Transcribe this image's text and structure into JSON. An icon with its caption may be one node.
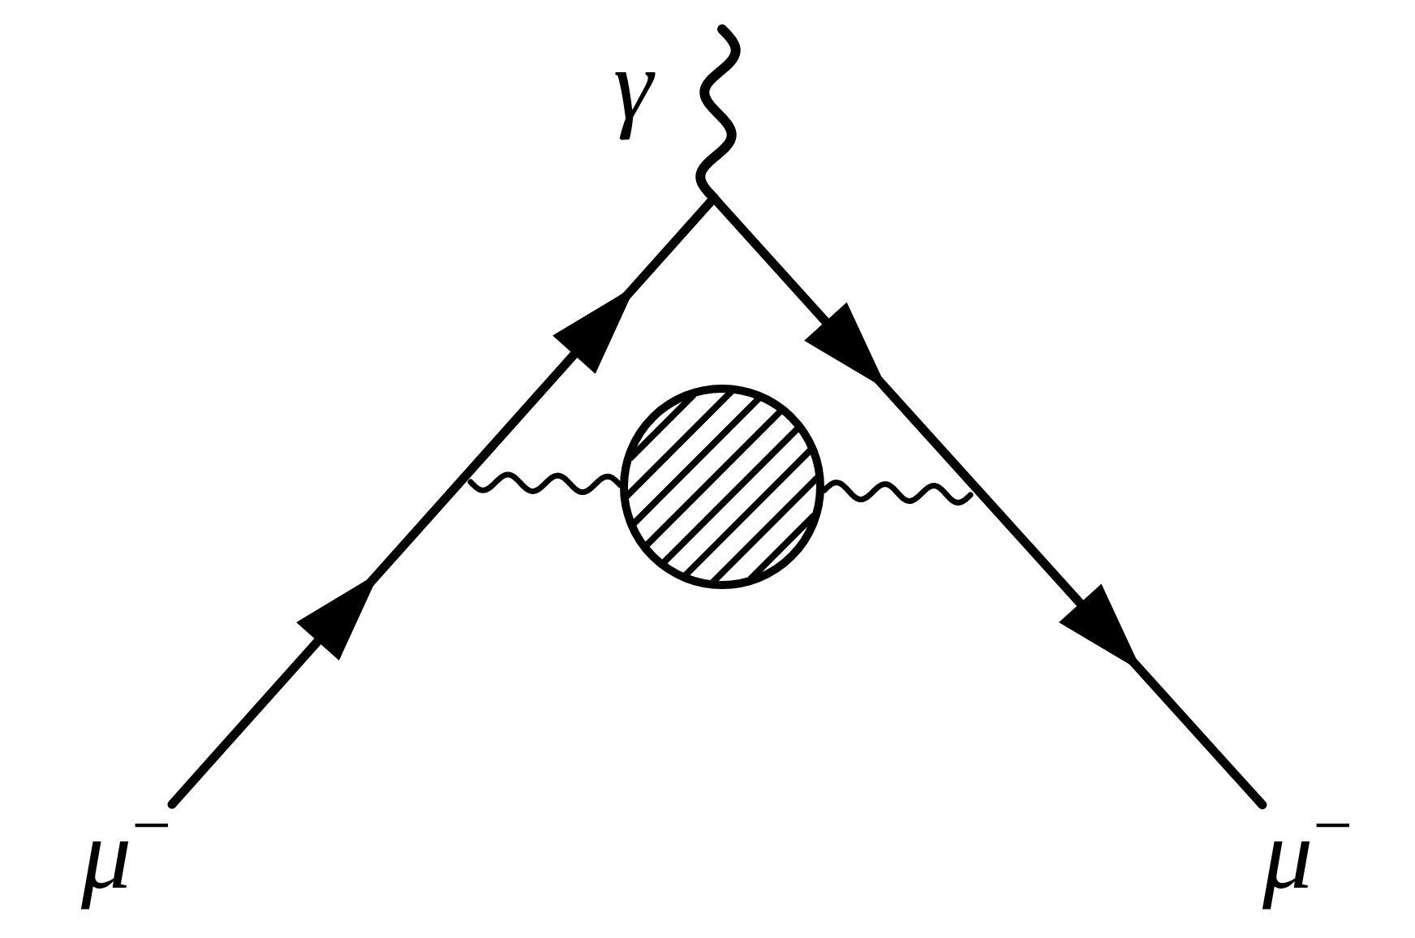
{
  "diagram": {
    "nodes": [
      {
        "text": [
          "γ"
        ]
      },
      {
        "text": [],
        "shape": "circle"
      },
      {
        "text": [
          "μ$^{−}$"
        ]
      },
      {
        "text": [
          "μ$^{−}$"
        ]
      }
    ],
    "edges": [
      {
        "from": 2,
        "to": 3,
        "arrow": "to"
      },
      {
        "from": null,
        "to": 0,
        "arrow": "none"
      },
      {
        "from": null,
        "to": 1,
        "arrow": "none"
      },
      {
        "from": 1,
        "to": null,
        "arrow": "none"
      }
    ]
  }
}
